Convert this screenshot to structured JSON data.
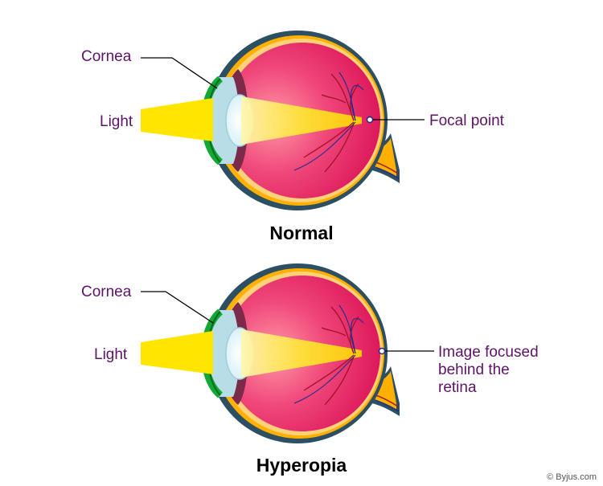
{
  "colors": {
    "label_text": "#5c1466",
    "light_beam": "#ffe500",
    "vitreous": "#e8195b",
    "sclera": "#2c4f63",
    "choroid": "#ffb000",
    "cornea": "#12a834",
    "lens": "#dff4f8"
  },
  "panels": [
    {
      "name": "normal",
      "caption": "Normal",
      "labels": {
        "cornea": "Cornea",
        "light": "Light",
        "focus": [
          "Focal point"
        ]
      }
    },
    {
      "name": "hyperopia",
      "caption": "Hyperopia",
      "labels": {
        "cornea": "Cornea",
        "light": "Light",
        "focus": [
          "Image focused",
          "behind the",
          "retina"
        ]
      }
    }
  ],
  "credit": "© Byjus.com"
}
